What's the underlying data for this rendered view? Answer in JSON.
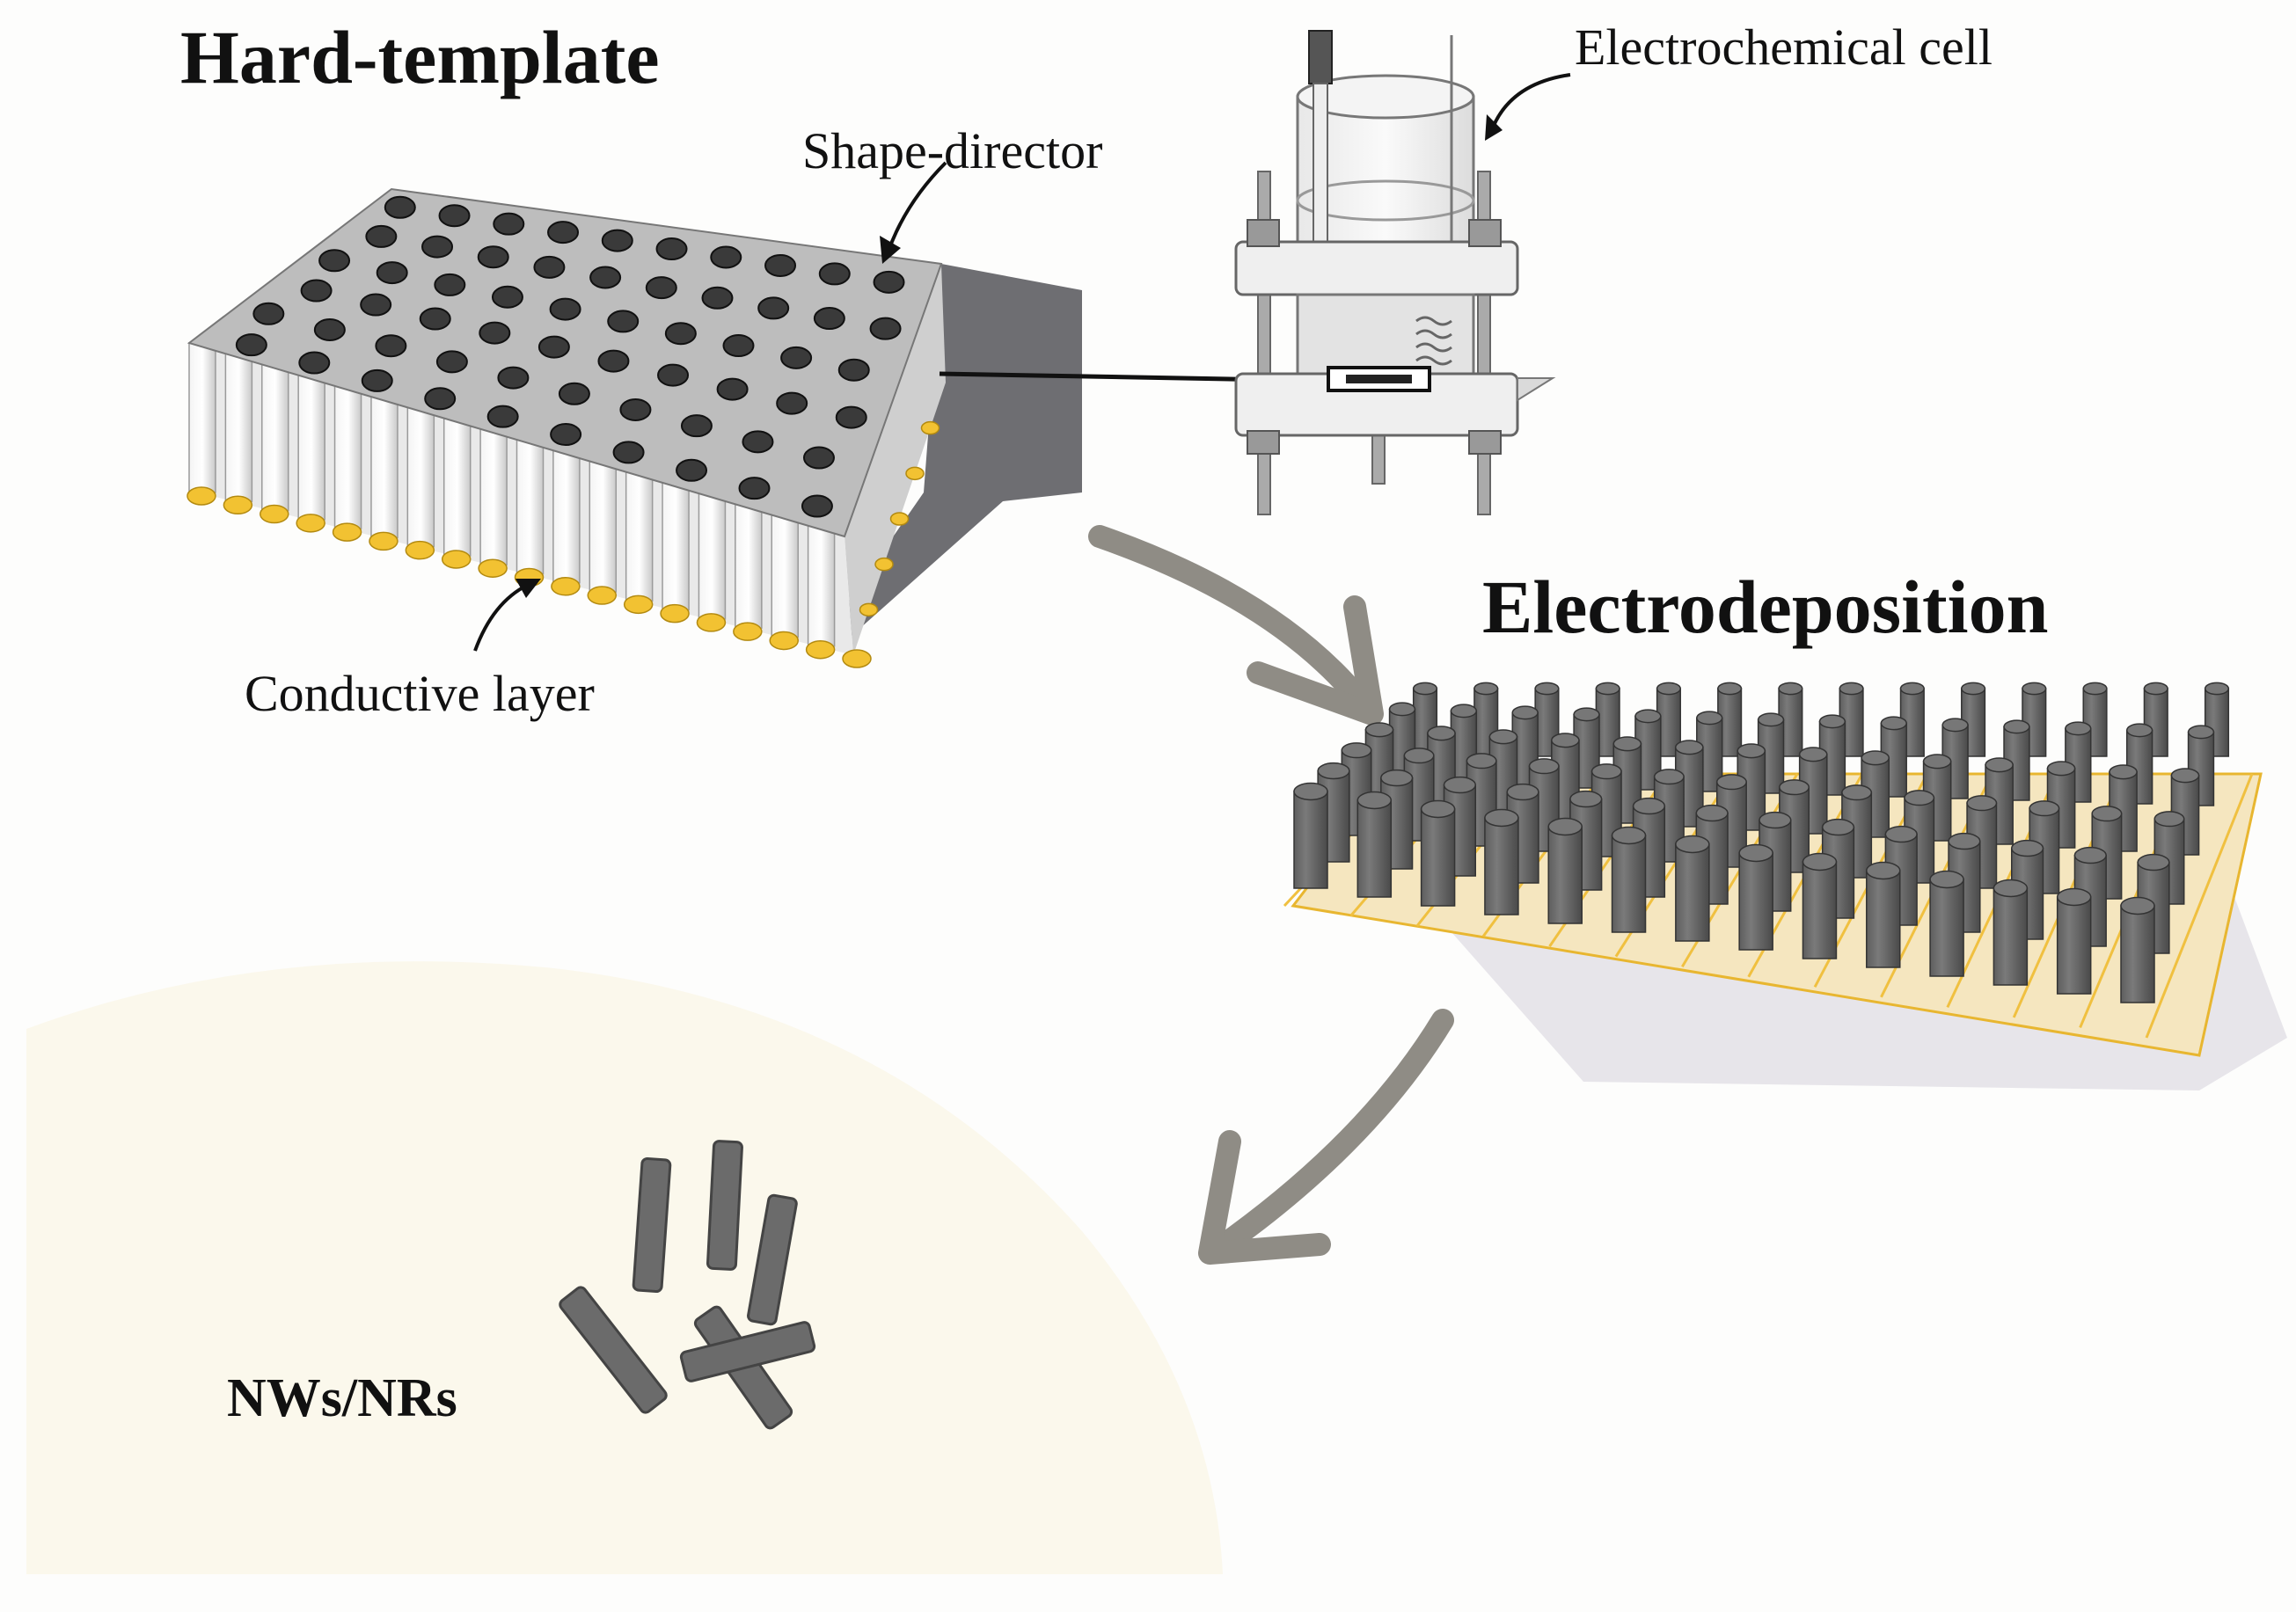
{
  "labels": {
    "hard_template": "Hard-template",
    "electrochemical_cell": "Electrochemical cell",
    "shape_director": "Shape-director",
    "conductive_layer": "Conductive layer",
    "electrodeposition": "Electrodeposition",
    "nws_nrs": "NWs/NRs"
  },
  "colors": {
    "template_top": "#bdbdbd",
    "pore": "#3a3a3a",
    "gold": "#f2c232",
    "nanorod": "#6b6b6b",
    "flow_arrow": "#8f8c85",
    "blob": "#fbf8ec"
  },
  "icons": {
    "flow_arrow_1": "curved-arrow-down-right",
    "flow_arrow_2": "curved-arrow-down-left",
    "callout_arrows": "curved-pointer-arrow"
  }
}
